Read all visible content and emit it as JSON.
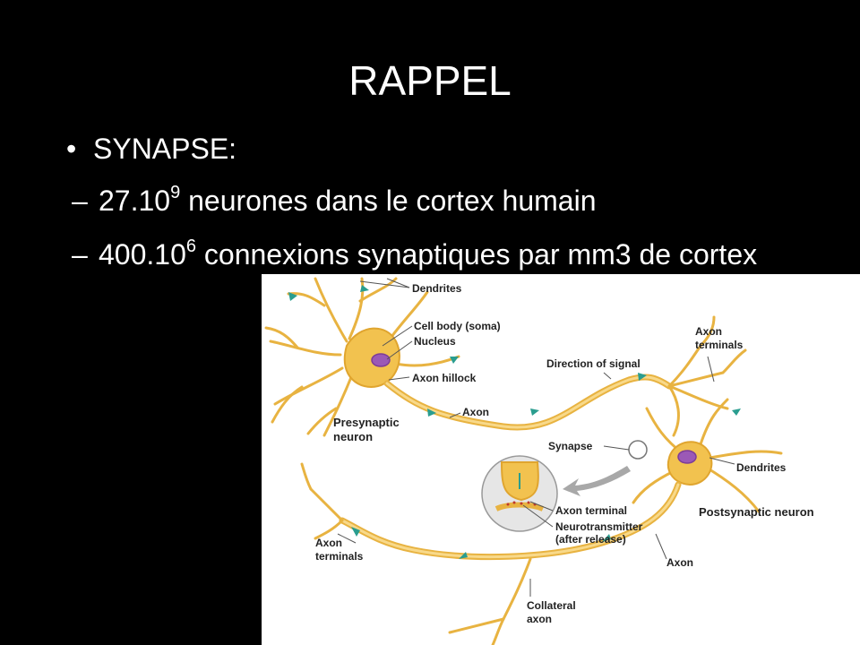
{
  "slide": {
    "title": "RAPPEL",
    "bullet": "SYNAPSE:",
    "sub1": {
      "prefix": "27.10",
      "exp": "9",
      "suffix": " neurones dans le cortex humain"
    },
    "sub2": {
      "prefix": "400.10",
      "exp": "6",
      "suffix": " connexions synaptiques par mm3 de cortex"
    }
  },
  "figure": {
    "labels": {
      "dendrites_top": "Dendrites",
      "cell_body": "Cell body (soma)",
      "nucleus": "Nucleus",
      "axon_hillock": "Axon hillock",
      "presynaptic_1": "Presynaptic",
      "presynaptic_2": "neuron",
      "axon_top": "Axon",
      "direction": "Direction of signal",
      "axon_terminals_right_1": "Axon",
      "axon_terminals_right_2": "terminals",
      "synapse": "Synapse",
      "dendrites_right": "Dendrites",
      "postsynaptic": "Postsynaptic neuron",
      "axon_terminal": "Axon terminal",
      "neurotransmitter_1": "Neurotransmitter",
      "neurotransmitter_2": "(after release)",
      "axon_terminals_left_1": "Axon",
      "axon_terminals_left_2": "terminals",
      "axon_bottom": "Axon",
      "collateral_1": "Collateral",
      "collateral_2": "axon"
    },
    "colors": {
      "neuron": "#e8b341",
      "neuron_light": "#f8d98a",
      "nucleus": "#9b59b6",
      "arrows": "#2a9d8f",
      "inset_bg": "#e6e6e6",
      "big_arrow": "#a8a8a8"
    }
  }
}
